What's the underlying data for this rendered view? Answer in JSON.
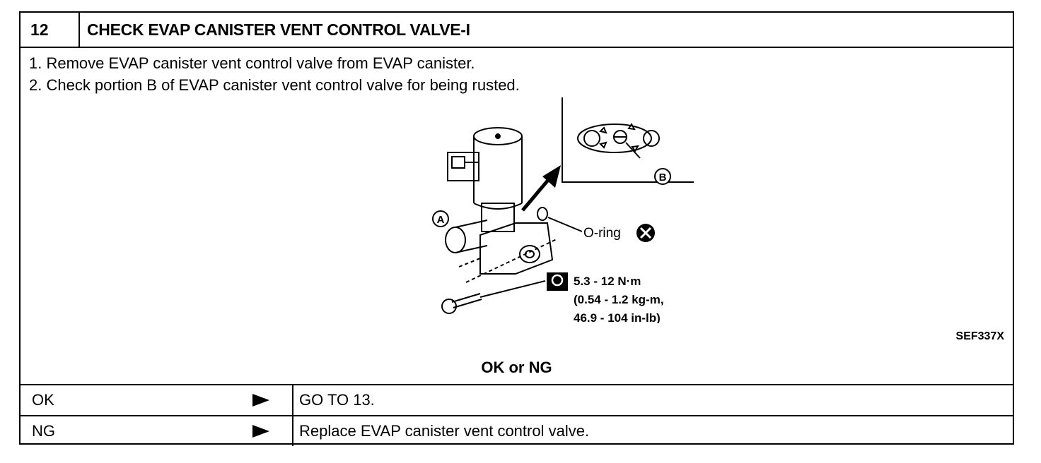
{
  "header": {
    "step_number": "12",
    "title": "CHECK EVAP CANISTER VENT CONTROL VALVE-I"
  },
  "steps": [
    "1.  Remove EVAP canister vent control valve from EVAP canister.",
    "2.  Check portion B of EVAP canister vent control valve for being rusted."
  ],
  "figure": {
    "label_a": "A",
    "label_b": "B",
    "oring_label": "O-ring",
    "torque_line1": "5.3  -  12  N·m",
    "torque_line2": "(0.54  -  1.2  kg-m,",
    "torque_line3": "46.9  -  104  in-lb)",
    "code": "SEF337X"
  },
  "result_question": "OK or NG",
  "results": [
    {
      "condition": "OK",
      "action": "GO TO 13."
    },
    {
      "condition": "NG",
      "action": "Replace EVAP canister vent control valve."
    }
  ]
}
